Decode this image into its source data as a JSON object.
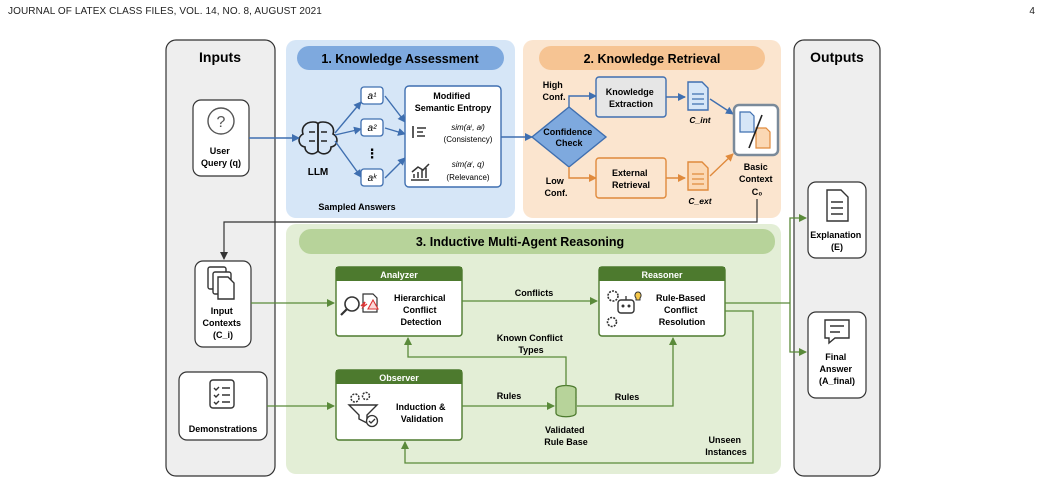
{
  "header": {
    "journal": "JOURNAL OF LATEX CLASS FILES, VOL. 14, NO. 8, AUGUST 2021",
    "page_number": "4"
  },
  "inputs": {
    "title": "Inputs",
    "user_query": [
      "User",
      "Query (q)"
    ],
    "input_contexts": [
      "Input",
      "Contexts",
      "(C_i)"
    ],
    "demonstrations": "Demonstrations"
  },
  "outputs": {
    "title": "Outputs",
    "explanation": [
      "Explanation",
      "(E)"
    ],
    "final_answer": [
      "Final",
      "Answer",
      "(A_final)"
    ]
  },
  "assessment": {
    "title": "1. Knowledge Assessment",
    "llm": "LLM",
    "samples": [
      "a¹",
      "a²",
      "⋮",
      "aᵏ"
    ],
    "sampled_answers": "Sampled Answers",
    "entropy_title": [
      "Modified",
      "Semantic Entropy"
    ],
    "consistency_formula": "sim(aⁱ, aʲ)",
    "consistency_label": "(Consistency)",
    "relevance_formula": "sim(aⁱ, q)",
    "relevance_label": "(Relevance)"
  },
  "retrieval": {
    "title": "2. Knowledge Retrieval",
    "high_conf": [
      "High",
      "Conf."
    ],
    "low_conf": [
      "Low",
      "Conf."
    ],
    "confidence_check": [
      "Confidence",
      "Check"
    ],
    "knowledge_extraction": [
      "Knowledge",
      "Extraction"
    ],
    "external_retrieval": [
      "External",
      "Retrieval"
    ],
    "c_int": "C_int",
    "c_ext": "C_ext",
    "basic_context": [
      "Basic",
      "Context",
      "C₀"
    ]
  },
  "reasoning": {
    "title": "3. Inductive Multi-Agent Reasoning",
    "analyzer": "Analyzer",
    "analyzer_desc": [
      "Hierarchical",
      "Conflict",
      "Detection"
    ],
    "reasoner": "Reasoner",
    "reasoner_desc": [
      "Rule-Based",
      "Conflict",
      "Resolution"
    ],
    "observer": "Observer",
    "observer_desc": [
      "Induction &",
      "Validation"
    ],
    "conflicts": "Conflicts",
    "known_conflict_types": [
      "Known Conflict",
      "Types"
    ],
    "rules_left": "Rules",
    "rules_right": "Rules",
    "validated_rule_base": [
      "Validated",
      "Rule Base"
    ],
    "unseen_instances": [
      "Unseen",
      "Instances"
    ]
  },
  "colors": {
    "blue_panel": "#d6e6f7",
    "blue_title": "#7ea9de",
    "blue_stroke": "#3f6fb0",
    "orange_panel": "#fbe5cf",
    "orange_title": "#f6c493",
    "orange_stroke": "#e08a3c",
    "green_panel": "#e3eed6",
    "green_title": "#b7d39a",
    "green_dark": "#4d7a2e",
    "gray_panel": "#eeeeee"
  }
}
